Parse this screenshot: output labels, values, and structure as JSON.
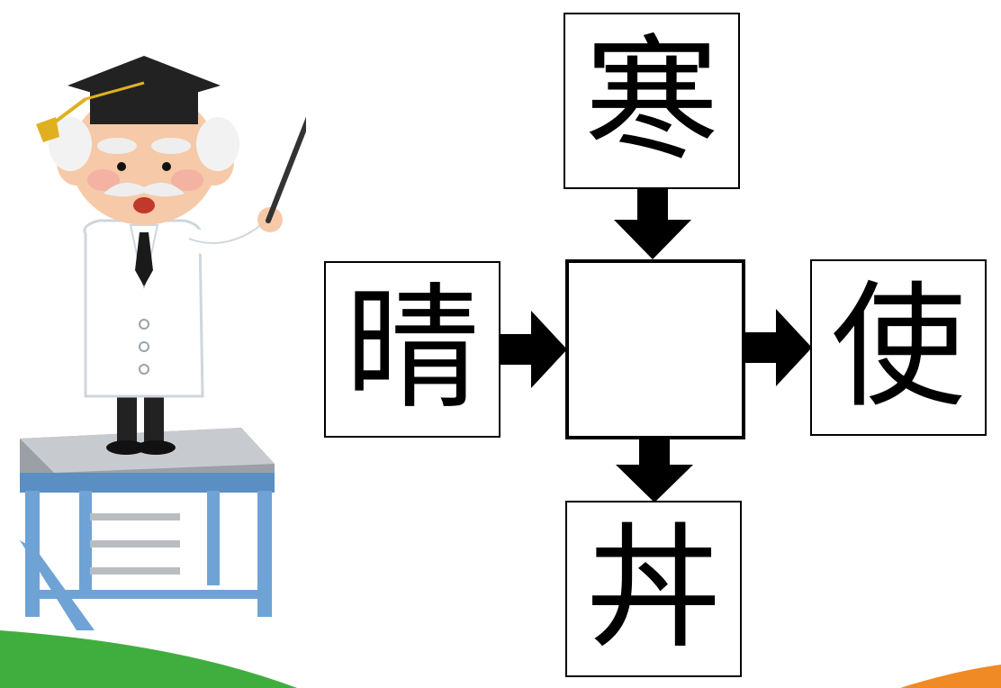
{
  "puzzle": {
    "top_kanji": "寒",
    "left_kanji": "晴",
    "right_kanji": "使",
    "bottom_kanji": "丼",
    "center_kanji": ""
  },
  "colors": {
    "box_border": "#000000",
    "arrow": "#000000",
    "stripe_green": "#3fae3f",
    "stripe_orange": "#f08a24",
    "table_top": "#5b8fc4",
    "table_legs": "#6fa3d6"
  },
  "icons": {
    "character": "professor-with-pointer",
    "stand": "table-platform"
  }
}
